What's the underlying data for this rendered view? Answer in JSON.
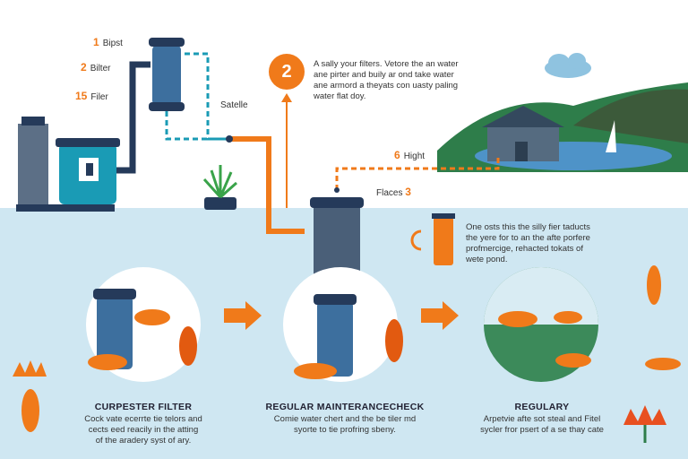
{
  "labels": {
    "bypass": {
      "num": "1",
      "text": "Bipst"
    },
    "bilter": {
      "num": "2",
      "text": "Bilter"
    },
    "filter": {
      "num": "15",
      "text": "Filer"
    },
    "satelle": {
      "text": "Satelle"
    },
    "hight": {
      "num": "6",
      "text": "Hight"
    },
    "flaces": {
      "num": "3",
      "text": "Flaces"
    }
  },
  "step_badge": "2",
  "top_text": [
    "A sally your filters. Vetore the an water",
    "ane pirter and buily ar ond take water",
    "ane armord a theyats con uasty paling",
    "water flat doy."
  ],
  "side_text": [
    "One osts this the silly fier taducts",
    "the yere for to an the afte porfere",
    "profmercige, rehacted tokats of",
    "wete pond."
  ],
  "sections": [
    {
      "title": "CURPESTER FILTER",
      "lines": [
        "Cock vate ecerrte tie telors and",
        "cects eed reacily in the atting",
        "of the aradery syst of ary."
      ]
    },
    {
      "title": "REGULAR MAINTERANCECHECK",
      "lines": [
        "Comie water chert and the be tiler md",
        "syorte to tie profring sbeny."
      ]
    },
    {
      "title": "REGULARY",
      "lines": [
        "Arpetvie afte sot steal and Fitel",
        "sycler fror psert of a se thay cate"
      ]
    }
  ],
  "colors": {
    "orange": "#f07a1a",
    "teal": "#1a9bb5",
    "navy": "#253a5a",
    "water": "#cfe7f2",
    "green": "#2e7d4a",
    "filter_blue": "#3d6f9e"
  }
}
